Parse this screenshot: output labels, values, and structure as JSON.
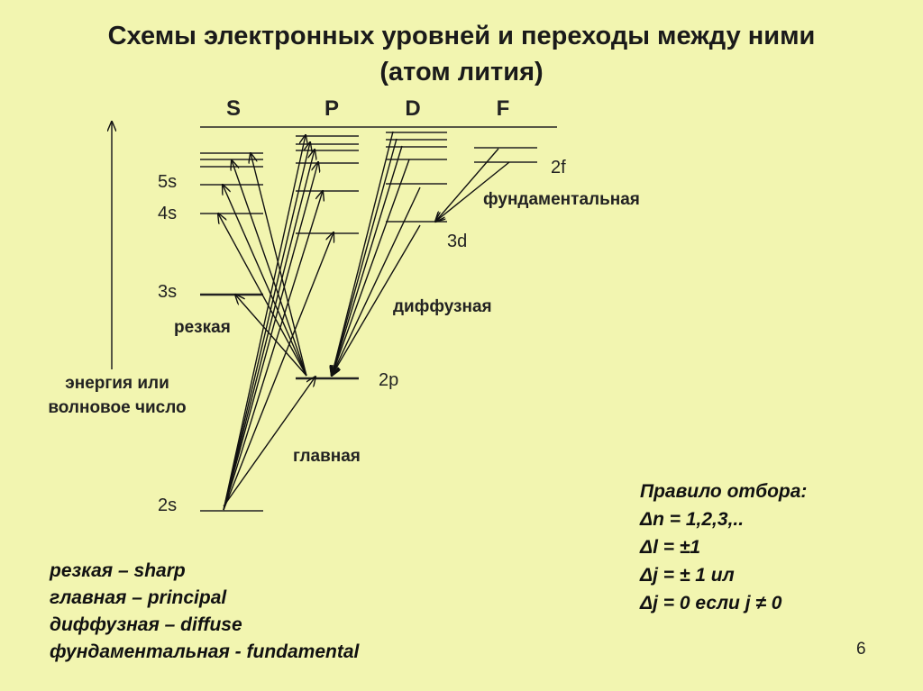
{
  "title": {
    "line1": "Схемы электронных уровней и переходы между ними",
    "line2": "(атом лития)"
  },
  "columns": [
    "S",
    "P",
    "D",
    "F"
  ],
  "levels": {
    "s2": "2s",
    "s3": "3s",
    "s4": "4s",
    "s5": "5s",
    "p2": "2p",
    "d3": "3d",
    "f2": "2f"
  },
  "series": {
    "sharp": "резкая",
    "principal": "главная",
    "diffuse": "диффузная",
    "fundamental": "фундаментальная"
  },
  "axis_label": {
    "line1": "энергия или",
    "line2": "волновое число"
  },
  "legend": [
    "резкая – sharp",
    "главная – principal",
    "диффузная – diffuse",
    "фундаментальная - fundamental"
  ],
  "selection_rules": {
    "title": "Правило отбора:",
    "items": [
      "Δn = 1,2,3,..",
      "Δl = ±1",
      "Δj = ± 1 ил",
      "Δj = 0 если j ≠ 0"
    ]
  },
  "page_number": "6",
  "colors": {
    "background": "#f2f5b0",
    "ink": "#111111"
  }
}
